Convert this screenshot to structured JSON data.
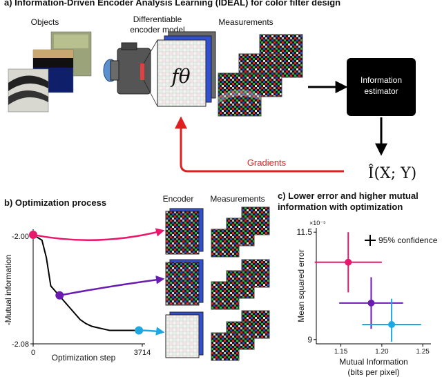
{
  "section_a": {
    "title": "a) Information-Driven Encoder Analysis Learning (IDEAL) for color filter design",
    "objects_label": "Objects",
    "encoder_label_line1": "Differentiable",
    "encoder_label_line2": "encoder model",
    "measurements_label": "Measurements",
    "f_theta_label": "fθ",
    "estimator_label_line1": "Information",
    "estimator_label_line2": "estimator",
    "info_formula": "Î(X; Y)",
    "gradients_label": "Gradients"
  },
  "section_b": {
    "title": "b) Optimization process",
    "encoder_col": "Encoder",
    "measurements_col": "Measurements",
    "y_axis_label": "-Mutual information",
    "x_axis_label": "Optimization step",
    "y_ticks": [
      "-2.00",
      "-2.08"
    ],
    "x_ticks": [
      "0",
      "3714"
    ]
  },
  "section_c": {
    "title_line1": "c) Lower error and higher mutual",
    "title_line2": "information with optimization",
    "y_axis_label": "Mean squared error",
    "y_scale_note": "×10⁻⁵",
    "x_axis_label_line1": "Mutual Information",
    "x_axis_label_line2": "(bits per pixel)",
    "legend_label": "95% confidence",
    "y_ticks": [
      "11.5",
      "9"
    ],
    "x_ticks": [
      "1.15",
      "1.20",
      "1.25"
    ]
  },
  "colors": {
    "stage1": "#e8196c",
    "stage2": "#6a1bb0",
    "stage3": "#1ea7e1",
    "gradient_arrow": "#e02020",
    "estimator_box": "#000000"
  },
  "chart_data": [
    {
      "type": "line",
      "title": "b) Optimization process",
      "xlabel": "Optimization step",
      "ylabel": "-Mutual information",
      "xlim": [
        0,
        3714
      ],
      "ylim": [
        -2.08,
        -2.0
      ],
      "series": [
        {
          "x": [
            0,
            150,
            300,
            450,
            600,
            800,
            1000,
            1200,
            1400,
            1600,
            1800,
            2000,
            2200,
            2400,
            2600,
            2800,
            3000,
            3714
          ],
          "values": [
            -1.999,
            -2.001,
            -2.003,
            -2.016,
            -2.037,
            -2.042,
            -2.047,
            -2.052,
            -2.057,
            -2.062,
            -2.065,
            -2.067,
            -2.068,
            -2.069,
            -2.07,
            -2.07,
            -2.07,
            -2.07
          ]
        }
      ],
      "markers": [
        {
          "x": 0,
          "y": -1.999,
          "color": "#e8196c"
        },
        {
          "x": 900,
          "y": -2.044,
          "color": "#6a1bb0"
        },
        {
          "x": 3600,
          "y": -2.07,
          "color": "#1ea7e1"
        }
      ]
    },
    {
      "type": "scatter",
      "title": "c) Lower error and higher mutual information with optimization",
      "xlabel": "Mutual Information (bits per pixel)",
      "ylabel": "Mean squared error",
      "xlim": [
        1.12,
        1.26
      ],
      "ylim": [
        8.9,
        11.6
      ],
      "points": [
        {
          "x": 1.159,
          "y": 10.8,
          "xerr": [
            1.118,
            1.2
          ],
          "yerr": [
            10.1,
            11.5
          ],
          "color": "#e8196c"
        },
        {
          "x": 1.187,
          "y": 9.85,
          "xerr": [
            1.148,
            1.226
          ],
          "yerr": [
            9.25,
            10.45
          ],
          "color": "#6a1bb0"
        },
        {
          "x": 1.212,
          "y": 9.35,
          "xerr": [
            1.176,
            1.248
          ],
          "yerr": [
            8.95,
            9.95
          ],
          "color": "#1ea7e1"
        }
      ]
    }
  ]
}
